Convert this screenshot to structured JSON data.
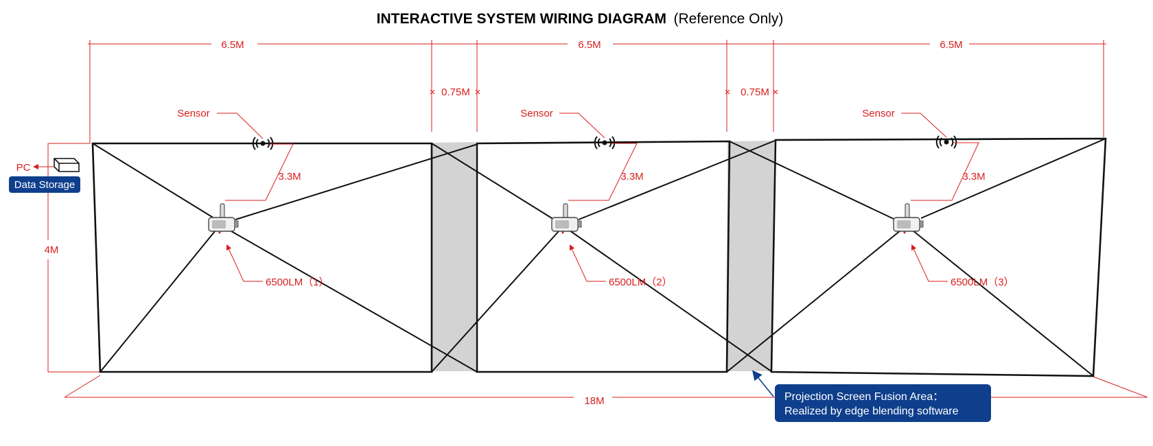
{
  "title": {
    "bold": "INTERACTIVE SYSTEM WIRING DIAGRAM",
    "normal": "(Reference Only)"
  },
  "dimensions": {
    "screen_width": "6.5M",
    "gap_width": "0.75M",
    "height": "4M",
    "total_width": "18M",
    "sensor_distance": "3.3M"
  },
  "sensor_label": "Sensor",
  "projectors": [
    {
      "label": "6500LM（1）"
    },
    {
      "label": "6500LM（2）"
    },
    {
      "label": "6500LM（3）"
    }
  ],
  "pc_label": "PC",
  "data_storage_label": "Data Storage",
  "fusion_note": {
    "line1": "Projection Screen Fusion Area：",
    "line2": "Realized by edge blending software"
  },
  "colors": {
    "dimension": "#d91e1e",
    "badge": "#0f3f8c",
    "fusion_area": "#d3d3d3",
    "outline": "#111111"
  },
  "icons": [
    "sensor-icon",
    "projector-icon",
    "storage-box-icon"
  ]
}
